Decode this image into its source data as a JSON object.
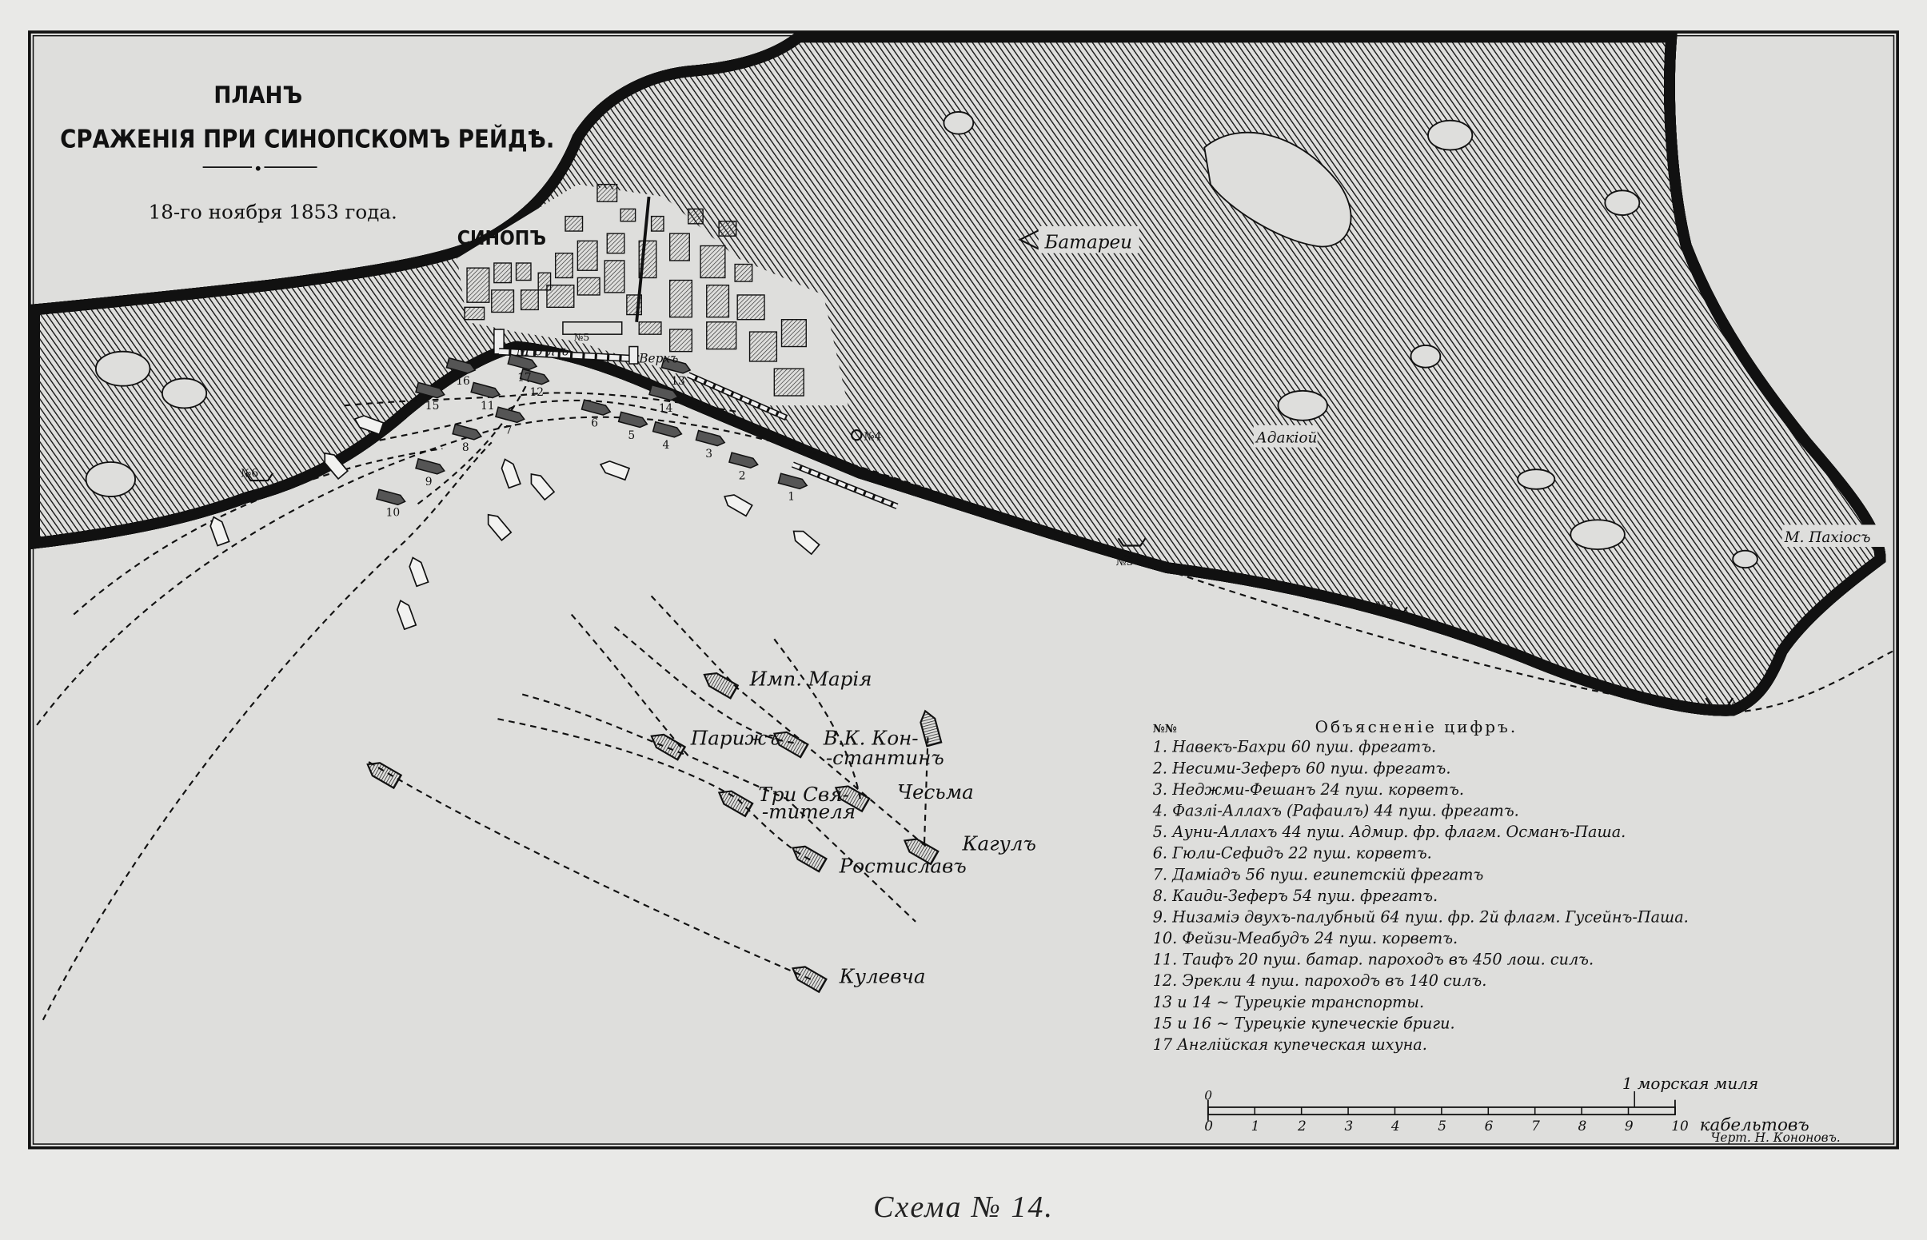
{
  "title": {
    "line1": "ПЛАНЪ",
    "line2": "СРАЖЕНІЯ ПРИ СИНОПСКОМЪ РЕЙДѢ.",
    "date": "18-го ноября 1853 года."
  },
  "places": {
    "town": "СИНОПЪ",
    "mole": "М о л ъ",
    "upper": "Верхъ",
    "battery_main": "Батареи",
    "village": "Адакіой",
    "cape": "М. Пахіосъ",
    "batteries": [
      "№1",
      "№2",
      "№3",
      "№4",
      "№5",
      "№6"
    ]
  },
  "russian_ships": [
    "Имп. Марія",
    "Парижъ",
    "В.К. Кон-",
    "-стантинъ",
    "Три Свя-",
    "-тителя",
    "Чесьма",
    "Кагулъ",
    "Ростиславъ",
    "Кулевча"
  ],
  "turkish_ship_numbers": [
    "1",
    "2",
    "3",
    "4",
    "5",
    "6",
    "7",
    "8",
    "9",
    "10",
    "11",
    "12",
    "13",
    "14",
    "15",
    "16",
    "17"
  ],
  "legend": {
    "header_no": "№№",
    "header": "Объясненіе цифръ.",
    "items": [
      "1. Навекъ-Бахри 60 пуш. фрегатъ.",
      "2. Несими-Зеферъ 60 пуш. фрегатъ.",
      "3. Неджми-Фешанъ 24 пуш. корветъ.",
      "4. Фазлі-Аллахъ (Рафаилъ) 44 пуш. фрегатъ.",
      "5. Ауни-Аллахъ 44 пуш. Адмир. фр. флагм. Османъ-Паша.",
      "6. Гюли-Сефидъ 22 пуш. корветъ.",
      "7. Даміадъ 56 пуш. египетскій фрегатъ",
      "8. Каиди-Зеферъ 54 пуш. фрегатъ.",
      "9. Низамiэ двухъ-палубный 64 пуш. фр. 2й флагм. Гусейнъ-Паша.",
      "10. Фейзи-Меабудъ 24 пуш. корветъ.",
      "11. Таифъ 20 пуш. батар. пароходъ въ 450 лош. силъ.",
      "12. Эрекли 4 пуш. пароходъ въ 140 силъ.",
      "13 и 14 ~ Турецкіе транспорты.",
      "15 и 16 ~ Турецкіе купеческіе бриги.",
      "17 Англійская купеческая шхуна."
    ]
  },
  "scale": {
    "top_zero": "0",
    "mile_label": "1 морская миля",
    "ticks": [
      "0",
      "1",
      "2",
      "3",
      "4",
      "5",
      "6",
      "7",
      "8",
      "9",
      "10"
    ],
    "unit": "кабельтовъ",
    "author": "Черт. Н. Кононовъ."
  },
  "caption": "Схема № 14.",
  "colors": {
    "paper": "#e9e9e7",
    "ink": "#111111",
    "map_bg": "#dededc"
  }
}
